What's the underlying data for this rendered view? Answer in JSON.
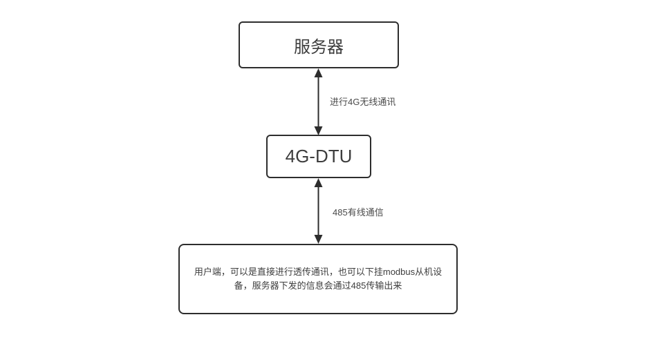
{
  "diagram": {
    "nodes": [
      {
        "id": "server",
        "label": "服务器"
      },
      {
        "id": "dtu",
        "label": "4G-DTU"
      },
      {
        "id": "client",
        "label": "用户端，可以是直接进行透传通讯，也可以下挂modbus从机设备，服务器下发的信息会通过485传输出来"
      }
    ],
    "edges": [
      {
        "from": "server",
        "to": "dtu",
        "label": "进行4G无线通讯",
        "style": "double-arrow"
      },
      {
        "from": "dtu",
        "to": "client",
        "label": "485有线通信",
        "style": "double-arrow"
      }
    ],
    "colors": {
      "stroke": "#2d2d2d",
      "node_text": "#3d3d3d",
      "edge_label_text": "#4a4a4a",
      "node_fill": "#ffffff",
      "page_background": "#ffffff"
    }
  }
}
